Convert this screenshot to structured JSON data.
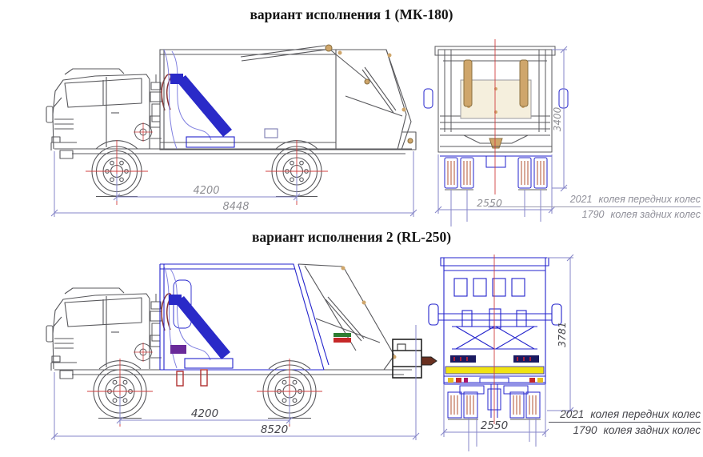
{
  "drawing": {
    "variant1": {
      "title": "вариант исполнения 1 (МК-180)",
      "wheelbase": "4200",
      "overall_length": "8448",
      "rear_height": "3400",
      "rear_width": "2550",
      "front_track_value": "2021",
      "front_track_label": "колея передних колес",
      "rear_track_value": "1790",
      "rear_track_label": "колея задних колес"
    },
    "variant2": {
      "title": "вариант исполнения 2 (RL-250)",
      "wheelbase": "4200",
      "overall_length": "8520",
      "rear_height": "3781",
      "rear_width": "2550",
      "front_track_value": "2021",
      "front_track_label": "колея передних колес",
      "rear_track_value": "1790",
      "rear_track_label": "колея задних колес"
    },
    "colors": {
      "dimension_line": "#8585c8",
      "dimension_text_light": "#8f8f94",
      "dimension_text_dark": "#46464c",
      "drawing_gray": "#58585c",
      "drawing_blue": "#2323cc",
      "centerline_red": "#d04040",
      "accent_yellow": "#f0e312",
      "accent_tan": "#cfa66b"
    }
  }
}
